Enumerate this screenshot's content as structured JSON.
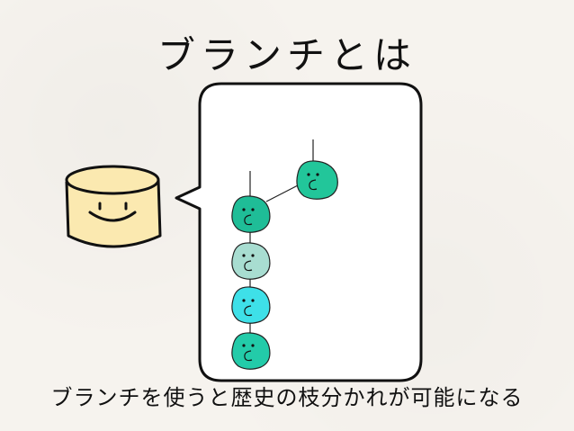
{
  "slide": {
    "title": "ブランチとは",
    "caption": "ブランチを使うと歴史の枝分かれが可能になる"
  },
  "diagram": {
    "repository": {
      "icon": "smiling-cylinder-icon",
      "fill": "#fbe9b0"
    },
    "commits": [
      {
        "id": "commit-1",
        "color": "#23cba9"
      },
      {
        "id": "commit-2",
        "color": "#3ee0e8"
      },
      {
        "id": "commit-3",
        "color": "#a8ddd1"
      },
      {
        "id": "commit-4",
        "color": "#1fbd97"
      },
      {
        "id": "commit-branch",
        "color": "#22c69a"
      }
    ]
  }
}
